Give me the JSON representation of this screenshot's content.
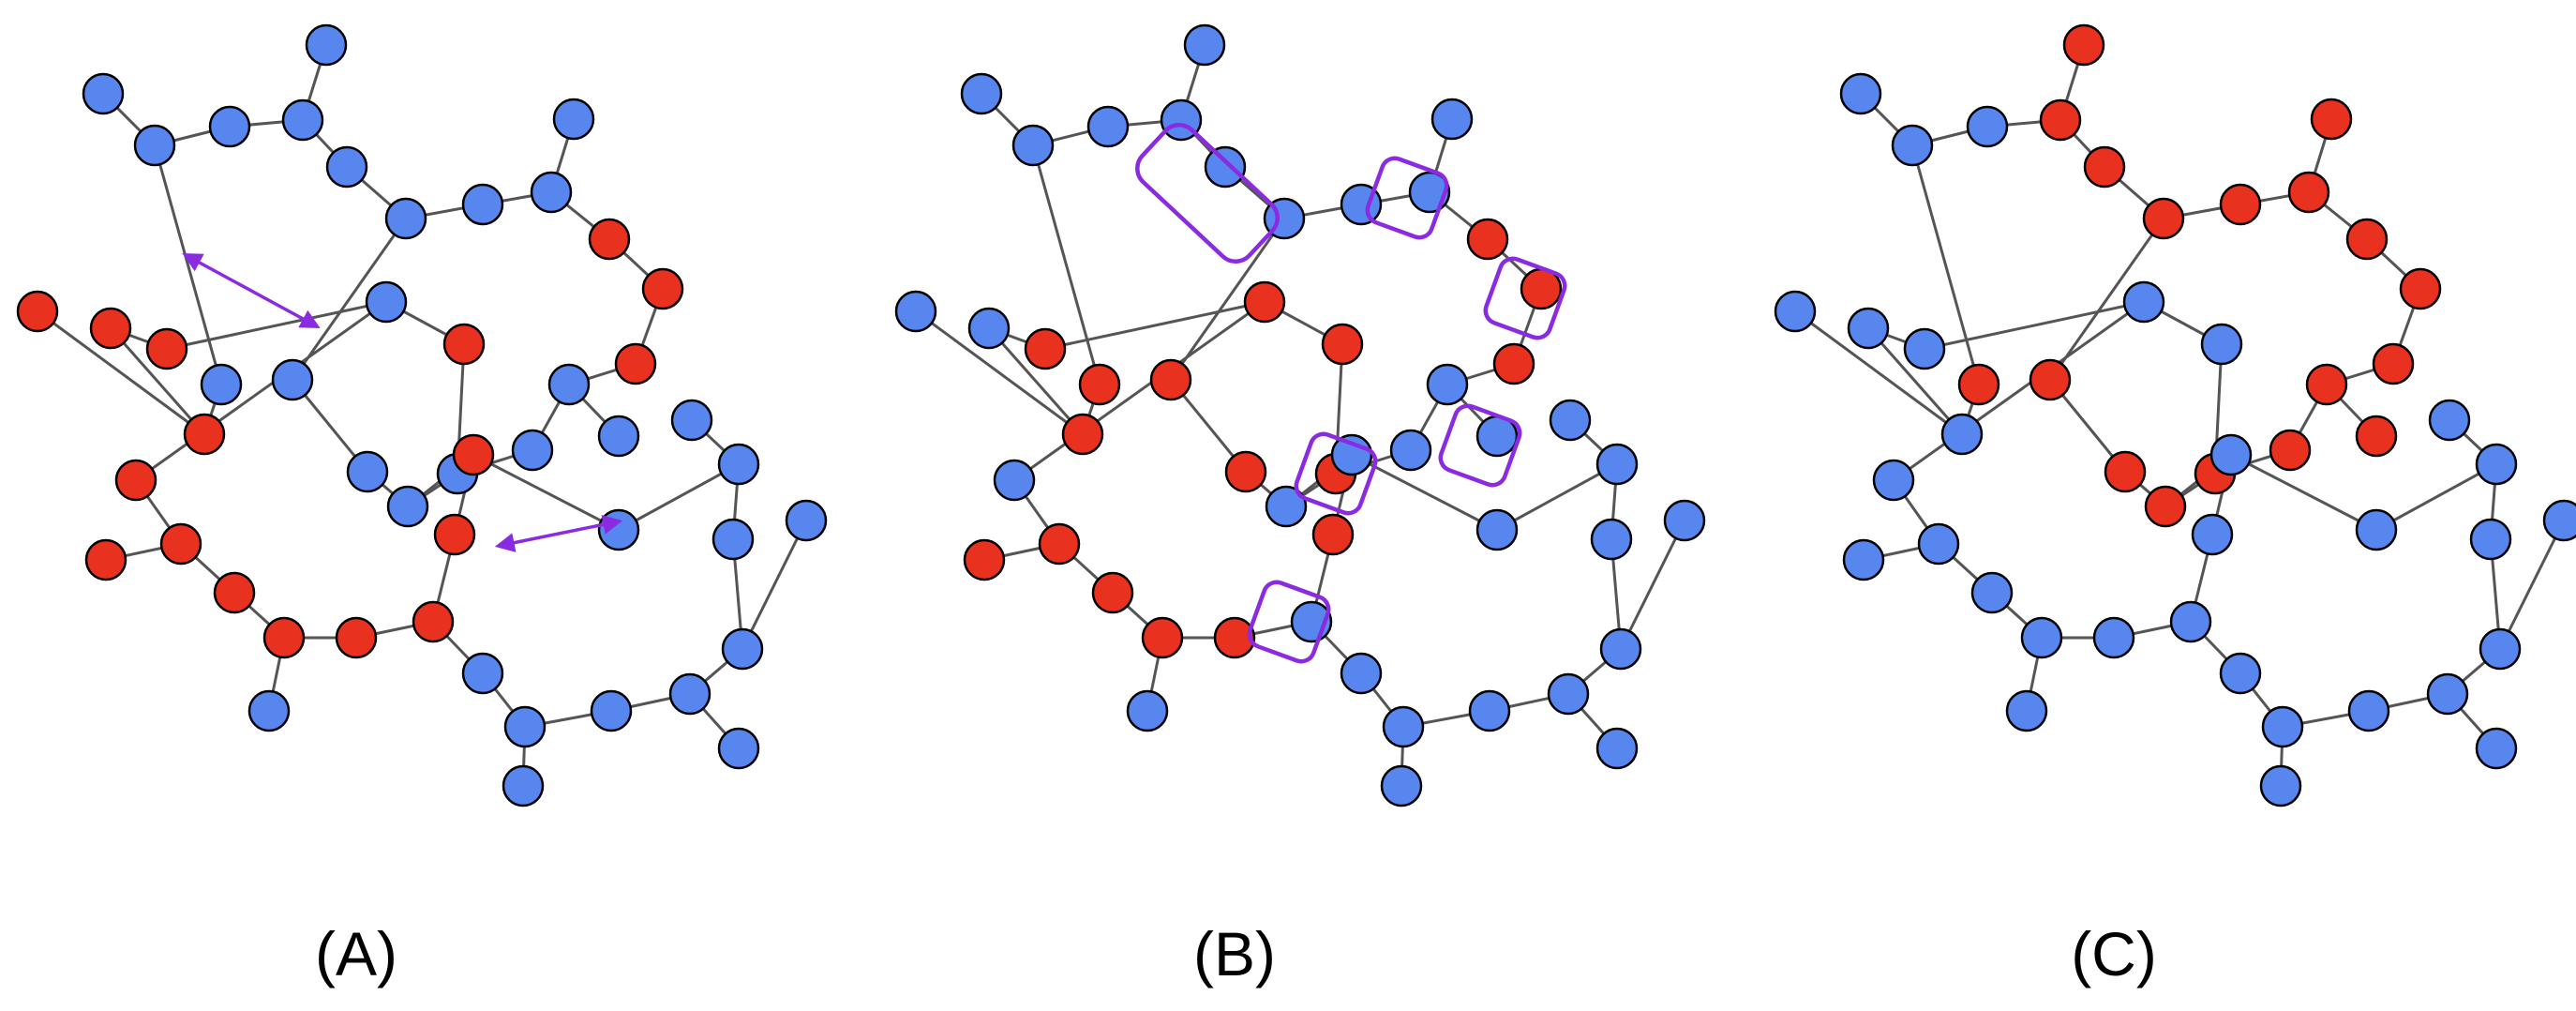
{
  "colors": {
    "blue_node": "#5787ee",
    "red_node": "#e8311f",
    "node_outline": "#000000",
    "bond": "#555555",
    "highlight": "#8a2be2"
  },
  "panels": [
    {
      "id": "A",
      "label": "(A)",
      "red_nodes": [
        10,
        11,
        12,
        21,
        22,
        23,
        24,
        25,
        27,
        28,
        29,
        30,
        31,
        32,
        33,
        34,
        35
      ],
      "arrows": true,
      "highlights": false
    },
    {
      "id": "B",
      "label": "(B)",
      "red_nodes": [
        10,
        11,
        12,
        16,
        18,
        19,
        20,
        21,
        25,
        26,
        27,
        29,
        31,
        32,
        33,
        34,
        35
      ],
      "arrows": false,
      "highlights": true
    },
    {
      "id": "C",
      "label": "(C)",
      "red_nodes": [
        3,
        4,
        5,
        6,
        7,
        8,
        9,
        10,
        11,
        12,
        13,
        14,
        15,
        16,
        17,
        18,
        19,
        20
      ],
      "arrows": false,
      "highlights": false
    }
  ]
}
